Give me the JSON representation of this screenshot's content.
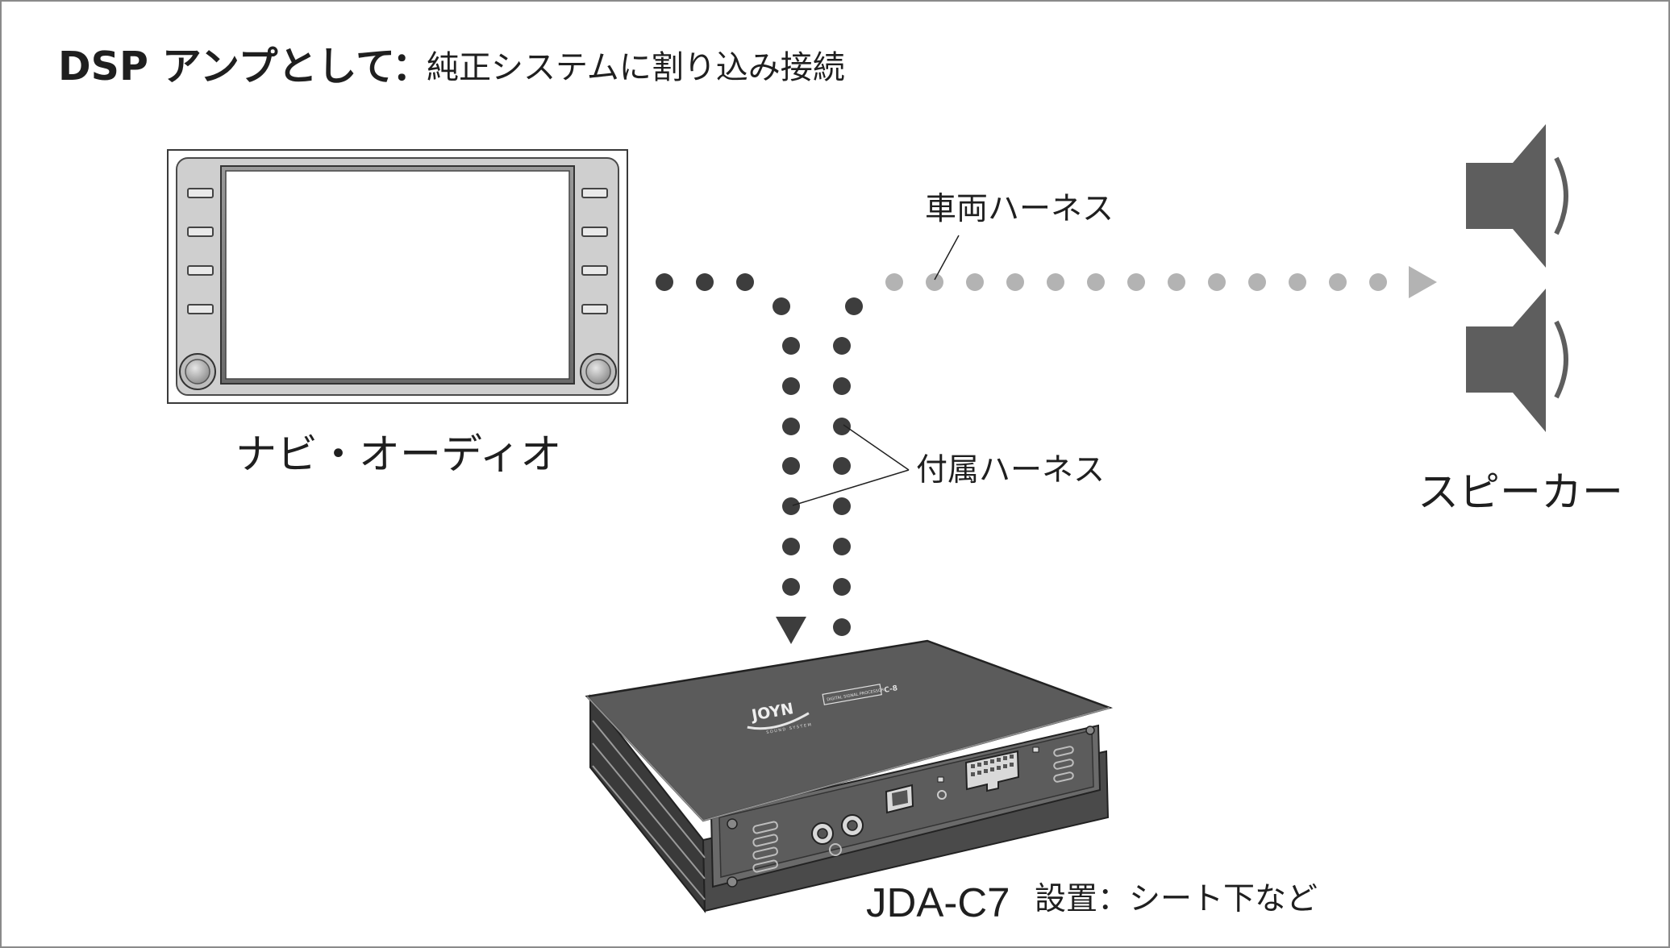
{
  "title": {
    "main": "DSP アンプとして",
    "colon": "：",
    "sub": "純正システムに割り込み接続"
  },
  "labels": {
    "navi_audio": "ナビ・オーディオ",
    "speaker": "スピーカー",
    "vehicle_harness": "車両ハーネス",
    "included_harness": "付属ハーネス",
    "model": "JDA-C7",
    "installation": "設置：シート下など"
  },
  "device": {
    "brand_logo": "JOYN",
    "logo_tagline": "SOUND SYSTEM",
    "plate_text": "DIGITAL SIGNAL PROCESSOR",
    "plate_badge": "C-8"
  },
  "colors": {
    "dark_dots": "#3d3d3d",
    "light_dots": "#b3b3b3",
    "speaker": "#5e5e5e",
    "device_body": "#555555",
    "head_unit_frame": "#c8c8c8"
  },
  "icons": [
    "head-unit-icon",
    "speaker-icon",
    "dsp-amplifier-icon"
  ]
}
